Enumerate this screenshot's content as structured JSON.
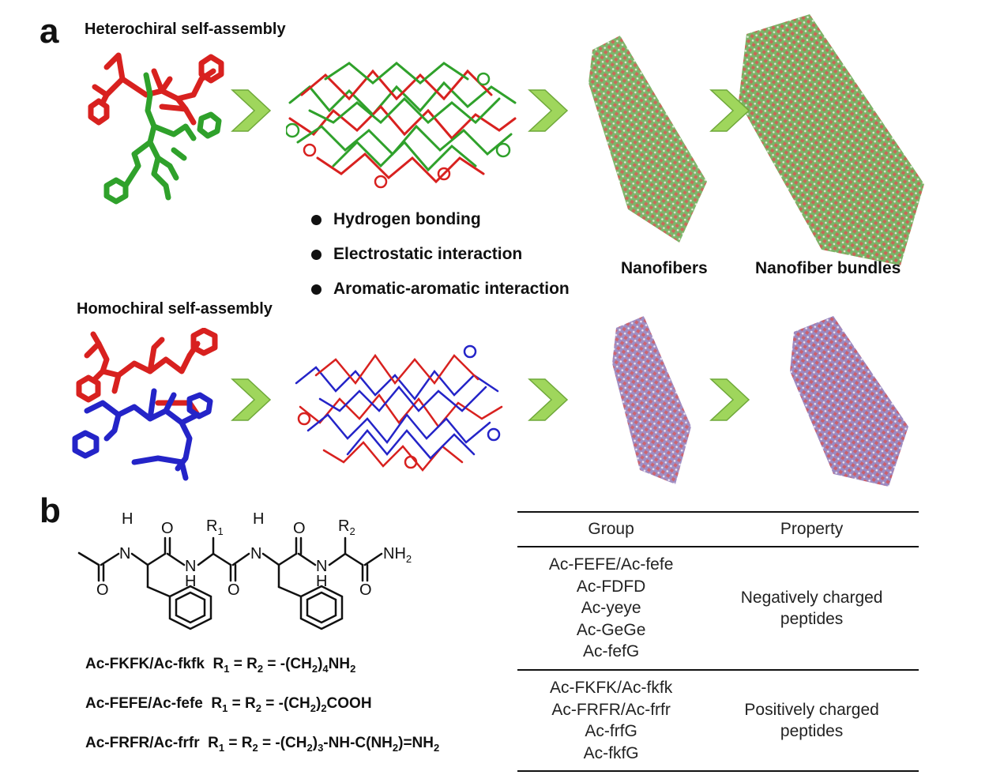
{
  "panel_a": {
    "letter": "a",
    "hetero_title": "Heterochiral self-assembly",
    "homo_title": "Homochiral self-assembly",
    "interactions": [
      "Hydrogen bonding",
      "Electrostatic interaction",
      "Aromatic-aromatic interaction"
    ],
    "stage_labels": {
      "nanofibers": "Nanofibers",
      "bundles": "Nanofiber bundles"
    },
    "colors": {
      "green": "#2fa12b",
      "red": "#d8211f",
      "blue": "#2424c8",
      "arrow": "#9fd65c"
    }
  },
  "panel_b": {
    "letter": "b",
    "atom_labels": {
      "h": "H",
      "n": "N",
      "o": "O",
      "r": "R",
      "nh": "NH",
      "two": "2",
      "one": "1"
    },
    "formulas": [
      {
        "name": "Ac-FKFK/Ac-fkfk",
        "r": "R",
        "s1": "1",
        "eq1": " = R",
        "s2": "2",
        "eq2": " = -(CH",
        "s3": "2",
        "tail1": ")",
        "s4": "4",
        "tail2": "NH",
        "s5": "2",
        "tail3": ""
      },
      {
        "name": "Ac-FEFE/Ac-fefe",
        "r": "R",
        "s1": "1",
        "eq1": " = R",
        "s2": "2",
        "eq2": " = -(CH",
        "s3": "2",
        "tail1": ")",
        "s4": "2",
        "tail2": "COOH",
        "s5": "",
        "tail3": ""
      },
      {
        "name": "Ac-FRFR/Ac-frfr",
        "r": "R",
        "s1": "1",
        "eq1": " = R",
        "s2": "2",
        "eq2": " = -(CH",
        "s3": "2",
        "tail1": ")",
        "s4": "3",
        "tail2": "-NH-C(NH",
        "s5": "2",
        "tail3": ")=NH",
        "s6": "2"
      }
    ],
    "table": {
      "headers": [
        "Group",
        "Property"
      ],
      "rows": [
        {
          "groups": [
            "Ac-FEFE/Ac-fefe",
            "Ac-FDFD",
            "Ac-yeye",
            "Ac-GeGe",
            "Ac-fefG"
          ],
          "property": [
            "Negatively charged",
            "peptides"
          ]
        },
        {
          "groups": [
            "Ac-FKFK/Ac-fkfk",
            "Ac-FRFR/Ac-frfr",
            "Ac-frfG",
            "Ac-fkfG"
          ],
          "property": [
            "Positively charged",
            "peptides"
          ]
        }
      ]
    }
  }
}
